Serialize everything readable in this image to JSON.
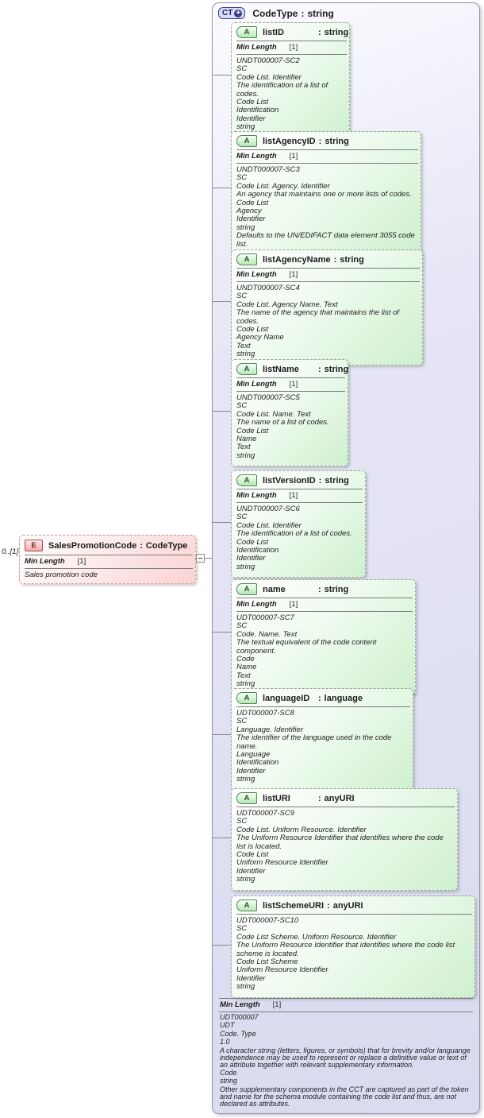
{
  "ui": {
    "colon": ":",
    "plus": "+"
  },
  "root": {
    "kind_badge": "CT",
    "name": "CodeType",
    "type": "string",
    "facet": {
      "name": "Min Length",
      "cardinality": "[1]"
    },
    "lines": [
      "UDT000007",
      "UDT",
      "Code. Type",
      "1.0",
      "A character string (letters, figures, or symbols) that for brevity and/or languange independence may be used to represent or replace a definitive value or text of an attribute together with relevant supplementary information.",
      "Code",
      "string",
      "Other supplementary components in the CCT are captured as part of the token and name for the schema module containing the code list and thus, are not declared as attributes."
    ]
  },
  "element": {
    "kind_badge": "E",
    "name": "SalesPromotionCode",
    "type": "CodeType",
    "cardinality": "0..[1]",
    "facet": {
      "name": "Min Length",
      "cardinality": "[1]"
    },
    "description": "Sales promotion code"
  },
  "attributes": [
    {
      "kind_badge": "A",
      "name": "listID",
      "type": "string",
      "facet": {
        "name": "Min Length",
        "cardinality": "[1]"
      },
      "lines": [
        "UNDT000007-SC2",
        "SC",
        "Code List. Identifier",
        "The identification of a list of codes.",
        "Code List",
        "Identification",
        "Identifier",
        "string"
      ]
    },
    {
      "kind_badge": "A",
      "name": "listAgencyID",
      "type": "string",
      "facet": {
        "name": "Min Length",
        "cardinality": "[1]"
      },
      "lines": [
        "UNDT000007-SC3",
        "SC",
        "Code List. Agency. Identifier",
        "An agency that maintains one or more lists of codes.",
        "Code List",
        "Agency",
        "Identifier",
        "string",
        "Defaults to the UN/EDIFACT data element 3055 code list."
      ]
    },
    {
      "kind_badge": "A",
      "name": "listAgencyName",
      "type": "string",
      "facet": {
        "name": "Min Length",
        "cardinality": "[1]"
      },
      "lines": [
        "UNDT000007-SC4",
        "SC",
        "Code List. Agency Name. Text",
        "The name of the agency that maintains the list of codes.",
        "Code List",
        "Agency Name",
        "Text",
        "string"
      ]
    },
    {
      "kind_badge": "A",
      "name": "listName",
      "type": "string",
      "facet": {
        "name": "Min Length",
        "cardinality": "[1]"
      },
      "lines": [
        "UNDT000007-SC5",
        "SC",
        "Code List. Name. Text",
        "The name of a list of codes.",
        "Code List",
        "Name",
        "Text",
        "string"
      ]
    },
    {
      "kind_badge": "A",
      "name": "listVersionID",
      "type": "string",
      "facet": {
        "name": "Min Length",
        "cardinality": "[1]"
      },
      "lines": [
        "UNDT000007-SC6",
        "SC",
        "Code List. Identifier",
        "The identification of a list of codes.",
        "Code List",
        "Identification",
        "Identifier",
        "string"
      ]
    },
    {
      "kind_badge": "A",
      "name": "name",
      "type": "string",
      "facet": {
        "name": "Min Length",
        "cardinality": "[1]"
      },
      "lines": [
        "UDT000007-SC7",
        "SC",
        "Code. Name. Text",
        "The textual equivalent of the code content component.",
        "Code",
        "Name",
        "Text",
        "string"
      ]
    },
    {
      "kind_badge": "A",
      "name": "languageID",
      "type": "language",
      "facet": null,
      "lines": [
        "UDT000007-SC8",
        "SC",
        "Language. Identifier",
        "The identifier of the language used in the code name.",
        "Language",
        "Identification",
        "Identifier",
        "string"
      ]
    },
    {
      "kind_badge": "A",
      "name": "listURI",
      "type": "anyURI",
      "facet": null,
      "lines": [
        "UDT000007-SC9",
        "SC",
        "Code List. Uniform Resource. Identifier",
        "The Uniform Resource Identifier that identifies where the code list is located.",
        "Code List",
        "Uniform Resource Identifier",
        "Identifier",
        "string"
      ]
    },
    {
      "kind_badge": "A",
      "name": "listSchemeURI",
      "type": "anyURI",
      "facet": null,
      "lines": [
        "UDT000007-SC10",
        "SC",
        "Code List Scheme. Uniform Resource. Identifier",
        "The Uniform Resource Identifier that identifies where the code list scheme is located.",
        "Code List Scheme",
        "Uniform Resource Identifier",
        "Identifier",
        "string"
      ]
    }
  ]
}
